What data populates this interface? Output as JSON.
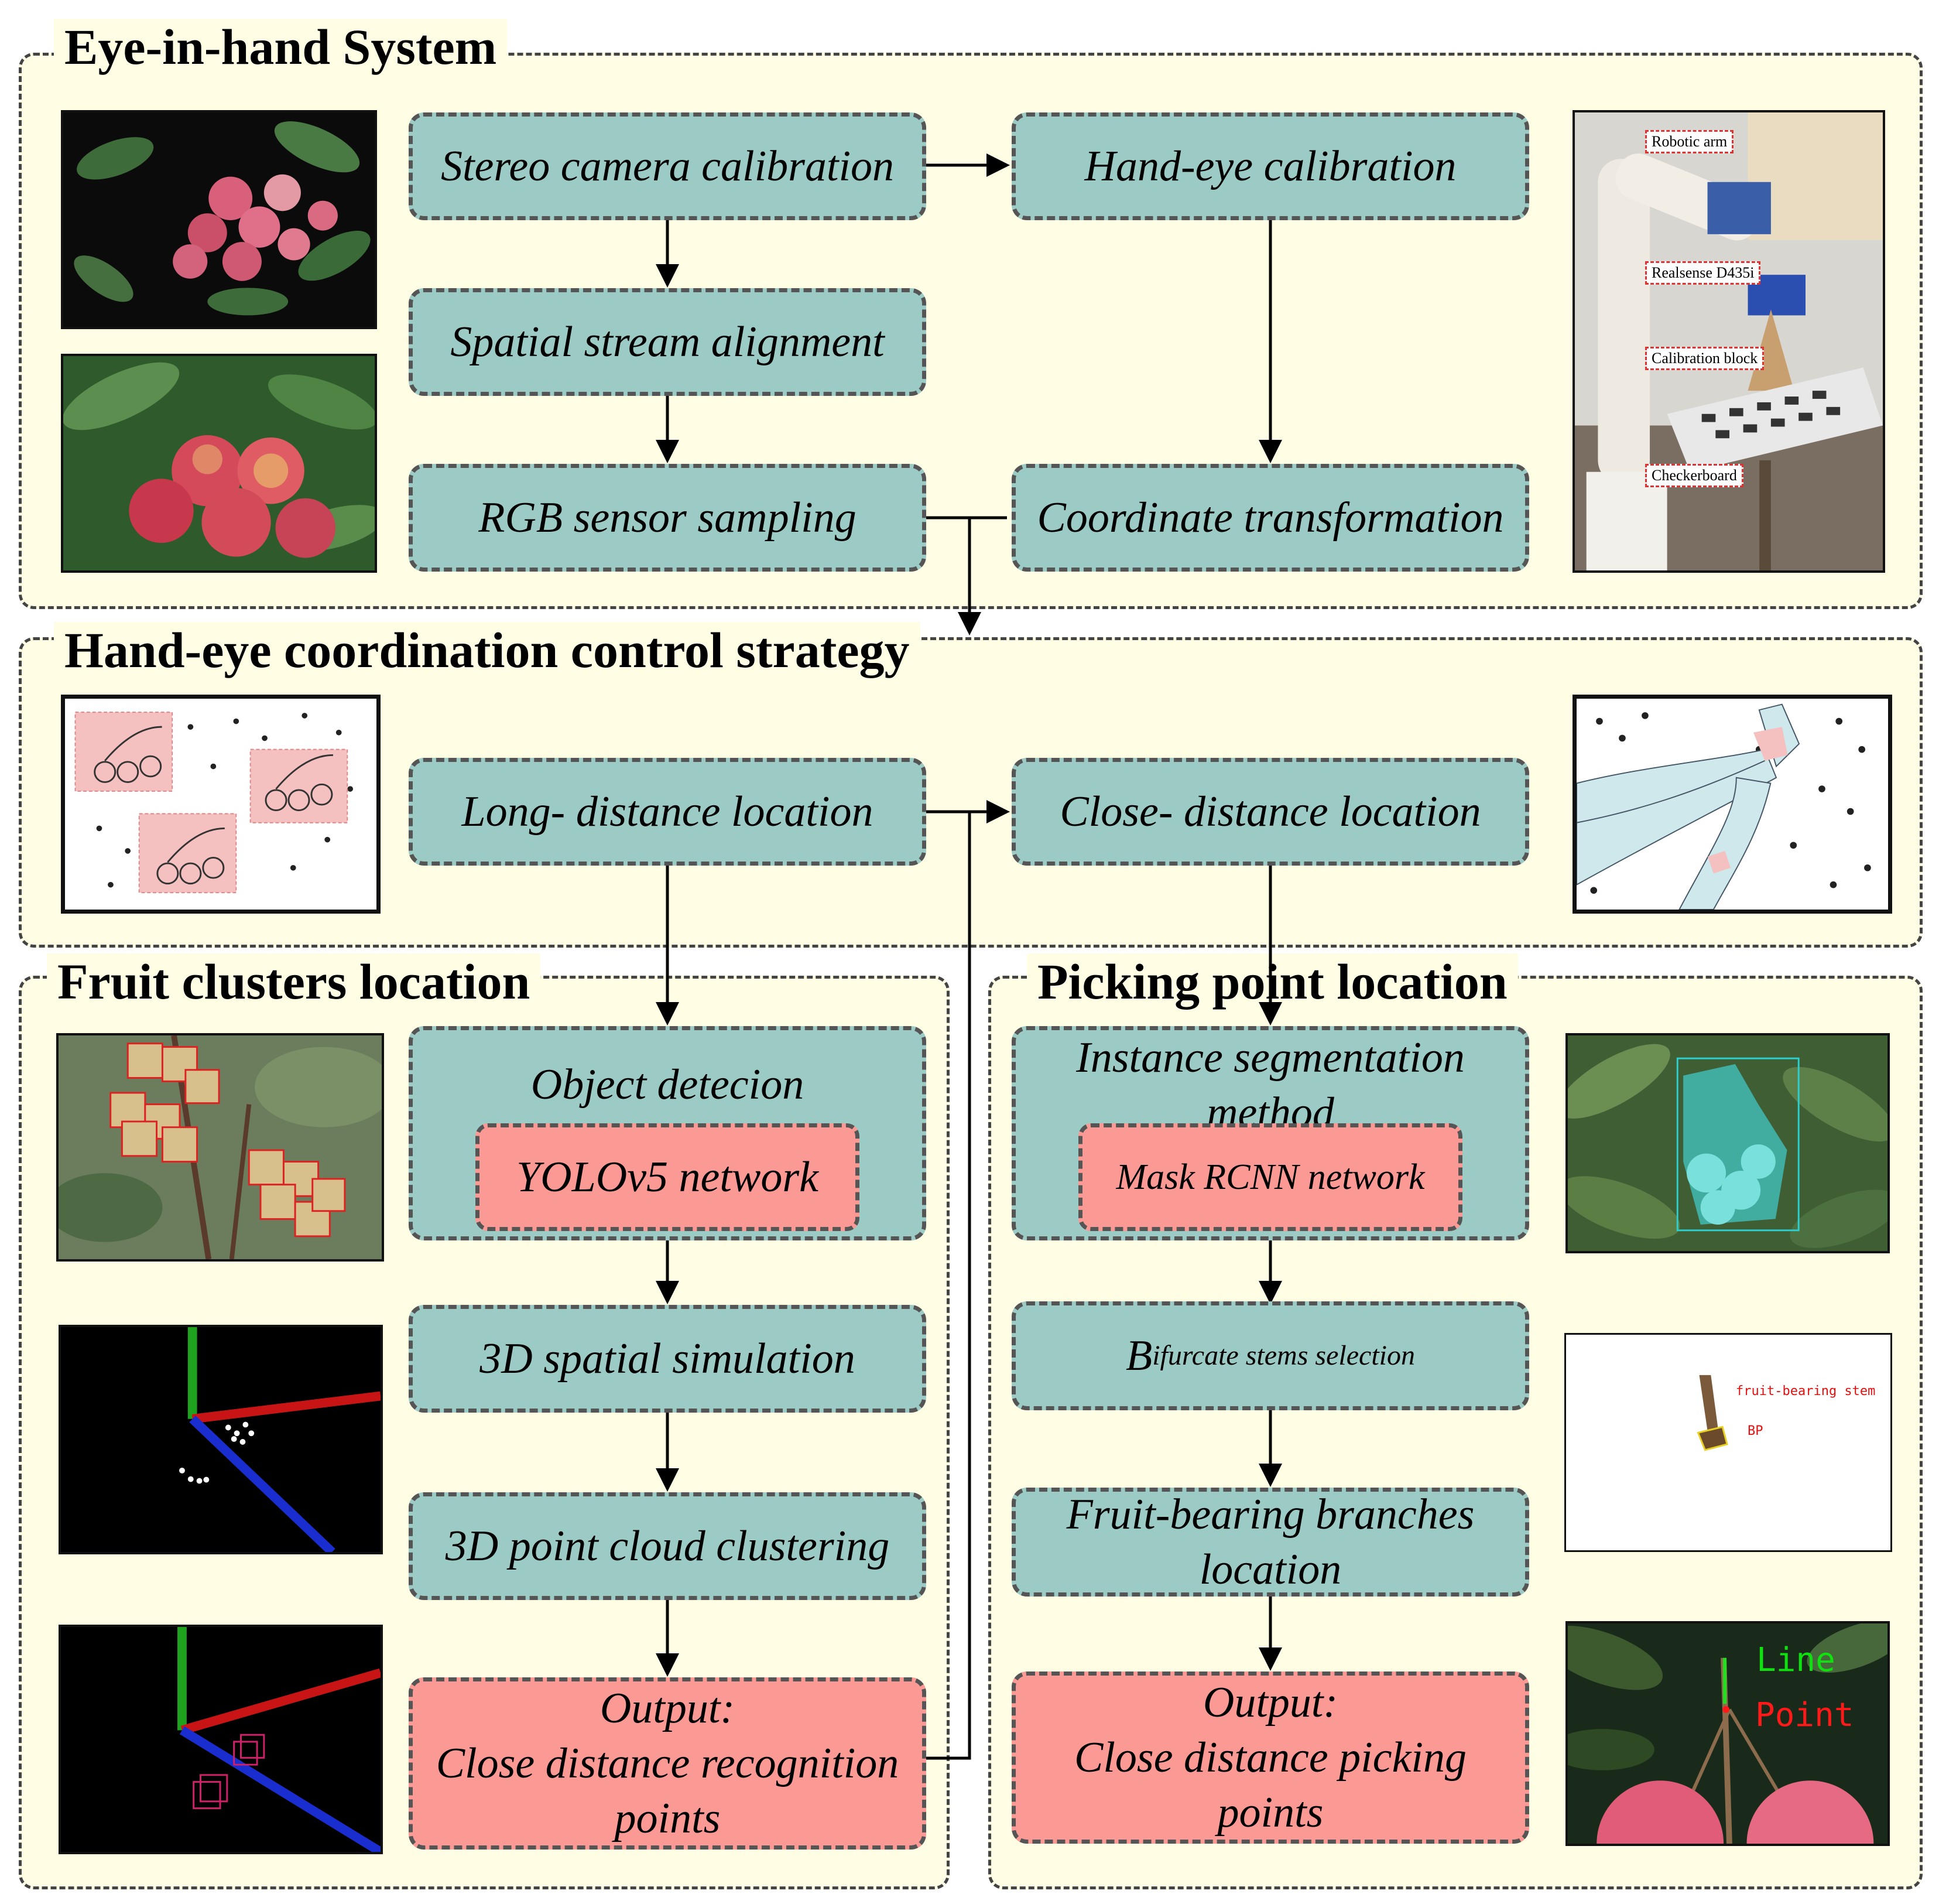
{
  "panels": {
    "eye_in_hand": "Eye-in-hand System",
    "coordination": "Hand-eye coordination control strategy",
    "fruit_clusters": "Fruit clusters location",
    "picking_point": "Picking point location"
  },
  "boxes": {
    "stereo": "Stereo camera calibration",
    "hand_eye": "Hand-eye calibration",
    "spatial_stream": "Spatial stream alignment",
    "rgb": "RGB sensor sampling",
    "coord_transform": "Coordinate transformation",
    "long_distance": "Long- distance location",
    "close_distance": "Close- distance location",
    "object_detection": "Object detecion",
    "yolo": "YOLOv5 network",
    "sim3d": "3D spatial simulation",
    "cluster3d": "3D point cloud clustering",
    "output_left_1": "Output:",
    "output_left_2": "Close distance recognition",
    "output_left_3": "points",
    "instance_seg_1": "Instance segmentation",
    "instance_seg_2": "method",
    "mask_rcnn": "Mask RCNN network",
    "bifurcate_big": "B",
    "bifurcate_rest": "ifurcate stems selection",
    "fruit_branches_1": "Fruit-bearing branches",
    "fruit_branches_2": "location",
    "output_right_1": "Output:",
    "output_right_2": "Close distance picking",
    "output_right_3": "points"
  },
  "image_labels": {
    "robotic_arm": "Robotic arm",
    "realsense": "Realsense D435i",
    "calibration_block": "Calibration block",
    "checkerboard": "Checkerboard",
    "fruit_bearing_stem": "fruit-bearing stem",
    "bp": "BP",
    "line": "Line",
    "point": "Point"
  },
  "colors": {
    "panel_bg": "#fffde4",
    "box_teal": "#9ccbc6",
    "box_red": "#fb9a94",
    "border": "#555555"
  }
}
